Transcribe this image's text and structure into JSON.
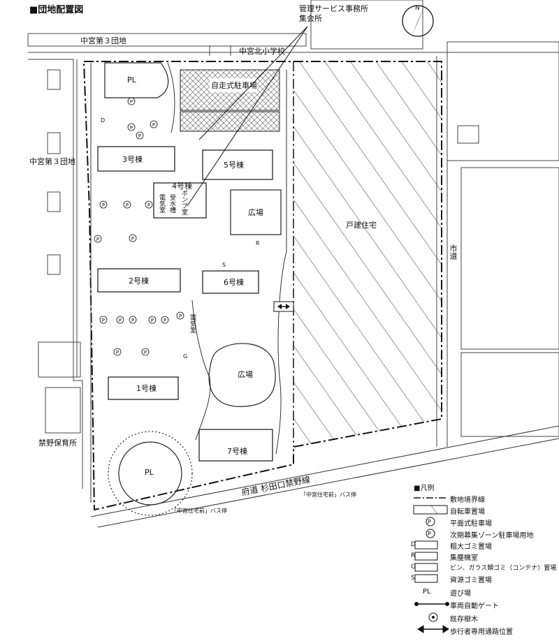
{
  "title": "■団地配置図",
  "callout": {
    "line1": "管理サービス事務所",
    "line2": "集会所"
  },
  "north": "N",
  "labels": {
    "top_neighbor": "中宮第３団地",
    "left_neighbor": "中宮第３団地",
    "school": "中宮北小学校",
    "nursery": "禁野保育所",
    "detached": "戸建住宅",
    "city_road": "市道",
    "prefectural_road": "府道 杉田口禁野線",
    "bus_stop_1": "「中宮住宅前」バス停",
    "bus_stop_2": "「中宮住宅前」バス停",
    "parking_structure": "自走式駐車場",
    "square_1": "広場",
    "square_2": "広場",
    "pl_1": "PL",
    "pl_2": "PL",
    "b1": "1号棟",
    "b2": "2号棟",
    "b3": "3号棟",
    "b4": "4号棟",
    "b5": "5号棟",
    "b6": "6号棟",
    "b7": "7号棟",
    "pump_room": "ポンプ室",
    "water_room": "受水槽",
    "elec_room": "電気室",
    "elec_room_2": "電気室"
  },
  "legend": {
    "title": "■凡例",
    "items": [
      {
        "symbol": "boundary",
        "label": "敷地境界線"
      },
      {
        "symbol": "bike",
        "label": "自転車置場"
      },
      {
        "symbol": "P",
        "label": "平面式駐車場"
      },
      {
        "symbol": "P",
        "label": "次期募集ゾーン駐車場用地"
      },
      {
        "symbol": "D",
        "label": "粗大ゴミ置場"
      },
      {
        "symbol": "R",
        "label": "集塵機室"
      },
      {
        "symbol": "G",
        "label": "ビン、ガラス類ゴミ（コンテナ）置場"
      },
      {
        "symbol": "S",
        "label": "資源ゴミ置場"
      },
      {
        "symbol": "PL",
        "label": "遊び場"
      },
      {
        "symbol": "gate",
        "label": "車両自動ゲート"
      },
      {
        "symbol": "tree",
        "label": "既存樹木"
      },
      {
        "symbol": "arrow",
        "label": "歩行者専用通路位置"
      }
    ]
  },
  "map_marks": {
    "P": "P",
    "D": "D",
    "R": "R",
    "G": "G",
    "S": "S"
  }
}
